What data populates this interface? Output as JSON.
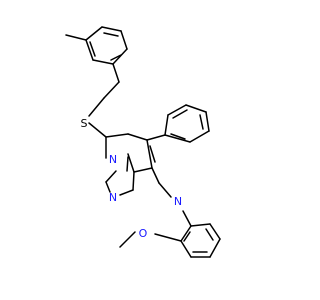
{
  "molecule": {
    "bond_color": "#000000",
    "heteroatom_color": "#1a1aff",
    "atoms": {
      "sulfur": "S",
      "nitrogen_upper": "N",
      "nitrogen_lower": "N",
      "nitrogen_pyrrole": "N",
      "oxygen": "O"
    }
  }
}
